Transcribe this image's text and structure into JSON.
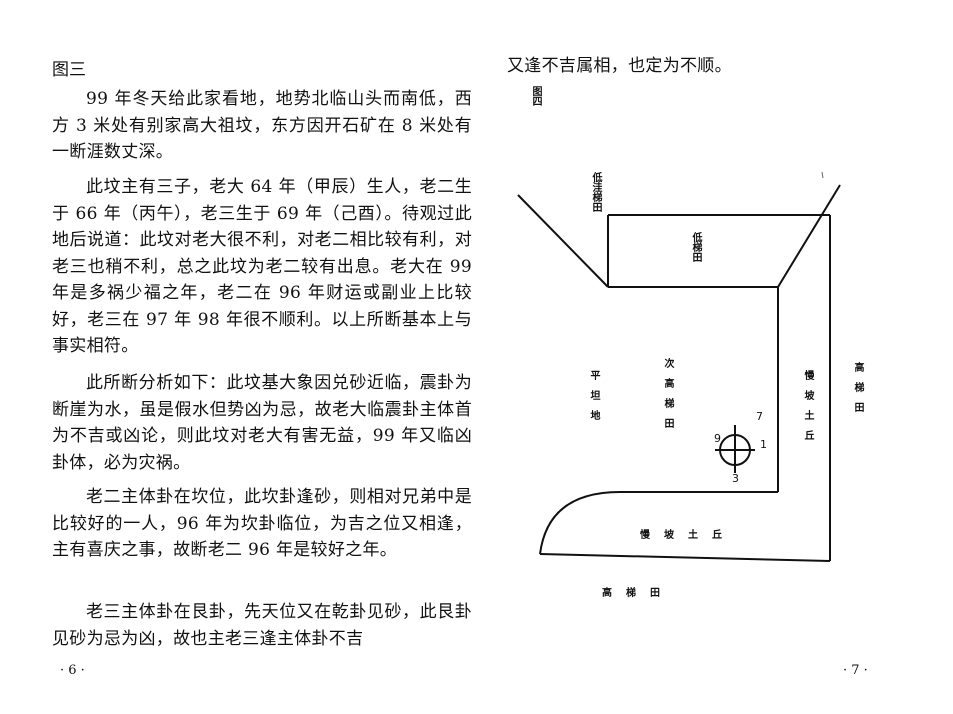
{
  "left_page": {
    "heading": "图三",
    "paragraphs": [
      "99 年冬天给此家看地，地势北临山头而南低，西方 3 米处有别家高大祖坟，东方因开石矿在 8 米处有一断涯数丈深。",
      "此坟主有三子，老大 64 年（甲辰）生人，老二生于 66 年（丙午），老三生于 69 年（己酉）。待观过此地后说道：此坟对老大很不利，对老二相比较有利，对老三也稍不利，总之此坟为老二较有出息。老大在 99 年是多祸少福之年，老二在 96 年财运或副业上比较好，老三在 97 年 98 年很不顺利。以上所断基本上与事实相符。",
      "此所断分析如下：此坟基大象因兑砂近临，震卦为断崖为水，虽是假水但势凶为忌，故老大临震卦主体首为不吉或凶论，则此坟对老大有害无益，99 年又临凶卦体，必为灾祸。",
      "老二主体卦在坎位，此坎卦逢砂，则相对兄弟中是比较好的一人，96 年为坎卦临位，为吉之位又相逢，主有喜庆之事，故断老二 96 年是较好之年。",
      "老三主体卦在艮卦，先天位又在乾卦见砂，此艮卦见砂为忌为凶，故也主老三逢主体卦不吉"
    ],
    "page_number": "· 6 ·"
  },
  "right_page": {
    "continuation": "又逢不吉属相，也定为不顺。",
    "figure_label": "图四",
    "labels": {
      "low_field_left": "低洼梯田",
      "low_field_inner": "低梯田",
      "flat_ground": "平坦地",
      "high_field_inner": "次高梯田",
      "slope_right": "慢坡土丘",
      "high_field_right": "高梯田",
      "slope_bottom": "慢坡土丘",
      "high_field_bottom": "高梯田"
    },
    "compass_numbers": {
      "n9": "9",
      "n7": "7",
      "n1": "1",
      "n3": "3"
    },
    "page_number": "· 7 ·"
  }
}
